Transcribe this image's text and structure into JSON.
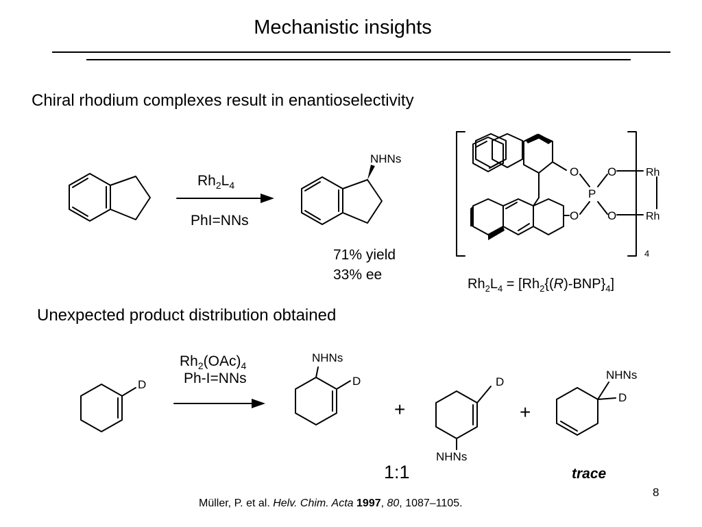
{
  "slide": {
    "title": "Mechanistic insights",
    "page_number": "8"
  },
  "section1": {
    "heading": "Chiral rhodium complexes result in enantioselectivity",
    "reaction": {
      "reagent_top": {
        "a": "Rh",
        "a_sub": "2",
        "b": "L",
        "b_sub": "4"
      },
      "reagent_bottom": "PhI=NNs",
      "product_group": "NHNs",
      "yield": "71% yield",
      "ee": "33% ee"
    },
    "catalyst": {
      "atoms": {
        "o": "O",
        "p": "P",
        "rh": "Rh"
      },
      "bracket_sub": "4",
      "definition": {
        "rh": "Rh",
        "rh_sub": "2",
        "l": "L",
        "l_sub": "4",
        "eq": " = [Rh",
        "eq_sub": "2",
        "open": "{(",
        "r": "R",
        "rest": ")-BNP}",
        "rest_sub": "4",
        "close": "]"
      }
    }
  },
  "section2": {
    "heading": "Unexpected product distribution obtained",
    "reaction": {
      "reagent_top": {
        "a": "Rh",
        "a_sub": "2",
        "b": "(OAc)",
        "b_sub": "4"
      },
      "reagent_bottom": "Ph-I=NNs",
      "deuterium": "D",
      "group": "NHNs",
      "plus": "+",
      "ratio": "1:1",
      "trace": "trace"
    }
  },
  "citation": {
    "authors": "Müller, P. et al. ",
    "journal": "Helv. Chim. Acta",
    "year": "1997",
    "sep1": ", ",
    "volume": "80",
    "pages": ", 1087–1105."
  }
}
